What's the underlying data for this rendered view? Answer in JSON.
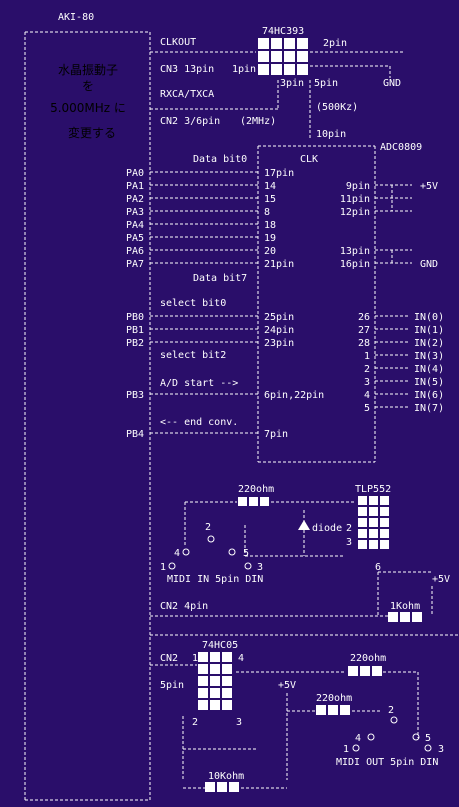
{
  "colors": {
    "background": "#2a0e6a",
    "foreground": "#ffffff"
  },
  "header": {
    "title": "AKI-80"
  },
  "side_note": {
    "line1": "水晶振動子",
    "line2": "を",
    "line3": "5.000MHz に",
    "line4": "変更する"
  },
  "clock": {
    "clkout": "CLKOUT",
    "cn3": "CN3 13pin",
    "pin1": "1pin",
    "rxca": "RXCA/TXCA",
    "cn2": "CN2 3/6pin",
    "mhz": "(2MHz)",
    "chip": "74HC393",
    "pin2": "2pin",
    "pin3": "3pin",
    "pin5": "5pin",
    "gnd": "GND",
    "khz": "(500Kz)",
    "pin10": "10pin"
  },
  "adc": {
    "chip": "ADC0809",
    "clk": "CLK",
    "databit0": "Data bit0",
    "databit7": "Data bit7",
    "pa_ports": [
      "PA0",
      "PA1",
      "PA2",
      "PA3",
      "PA4",
      "PA5",
      "PA6",
      "PA7"
    ],
    "pa_pins": [
      "17pin",
      "14",
      "15",
      "8",
      "18",
      "19",
      "20",
      "21pin"
    ],
    "vref": [
      {
        "pin": "9pin",
        "net": "+5V"
      },
      {
        "pin": "11pin",
        "net": ""
      },
      {
        "pin": "12pin",
        "net": ""
      },
      {
        "pin": "13pin",
        "net": ""
      },
      {
        "pin": "16pin",
        "net": "GND"
      }
    ],
    "select0": "select bit0",
    "select2": "select bit2",
    "pb_ports": [
      "PB0",
      "PB1",
      "PB2"
    ],
    "pb_pins": [
      "25pin",
      "24pin",
      "23pin"
    ],
    "in_pins": [
      "26",
      "27",
      "28",
      "1",
      "2",
      "3",
      "4",
      "5"
    ],
    "in_labels": [
      "IN(0)",
      "IN(1)",
      "IN(2)",
      "IN(3)",
      "IN(4)",
      "IN(5)",
      "IN(6)",
      "IN(7)"
    ],
    "adstart": "A/D start -->",
    "pb3": "PB3",
    "pin6_22": "6pin,22pin",
    "endconv": "<-- end conv.",
    "pb4": "PB4",
    "pin7": "7pin"
  },
  "midi_in": {
    "resistor": "220ohm",
    "chip": "TLP552",
    "diode": "diode",
    "pins_left": [
      "2",
      "3"
    ],
    "pin6": "6",
    "din_pins": [
      "2",
      "4",
      "5",
      "1",
      "3"
    ],
    "din_label": "MIDI IN 5pin DIN",
    "vcc": "+5V",
    "cn2": "CN2 4pin",
    "pullup": "1Kohm"
  },
  "midi_out": {
    "cn2": "CN2",
    "chip": "74HC05",
    "p1": "1",
    "p4": "4",
    "pin5": "5pin",
    "p2": "2",
    "p3": "3",
    "vcc": "+5V",
    "r_top": "220ohm",
    "r_mid": "220ohm",
    "r_bottom": "10Kohm",
    "din_pins": [
      "2",
      "4",
      "5",
      "1",
      "3"
    ],
    "din_label": "MIDI OUT 5pin DIN"
  }
}
